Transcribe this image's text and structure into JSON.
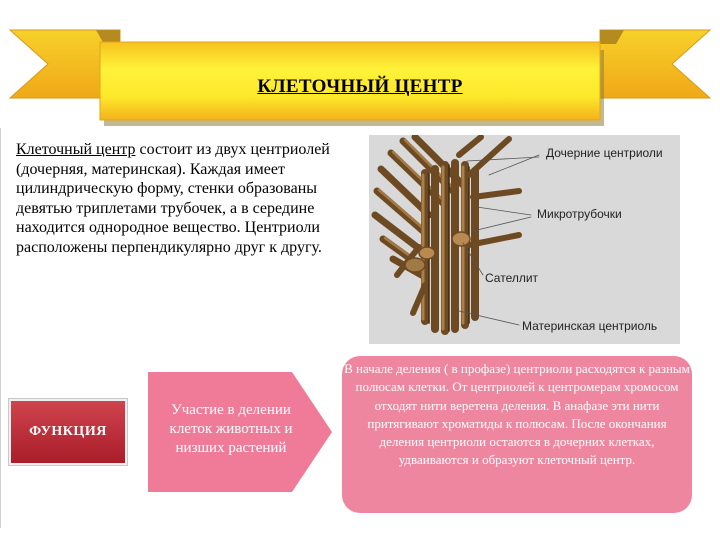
{
  "banner": {
    "title": "КЛЕТОЧНЫЙ ЦЕНТР",
    "colors": {
      "yellow": "#fde82a",
      "orange": "#f3b21c",
      "shadow": "#9b8a4a"
    }
  },
  "intro": {
    "term": "Клеточный центр",
    "text": " состоит из двух центриолей (дочерняя, материнская). Каждая имеет цилиндрическую форму, стенки образованы девятью триплетами трубочек, а в середине находится однородное вещество. Центриоли расположены перпендикулярно друг к другу."
  },
  "diagram": {
    "labels": {
      "daughter": "Дочерние центриоли",
      "microtubules": "Микротрубочки",
      "satellite": "Сателлит",
      "mother": "Материнская центриоль"
    },
    "colors": {
      "background": "#d9d9d9",
      "tube": "#7a5528",
      "tube_light": "#a07a45",
      "tube_dark": "#3e2a14"
    }
  },
  "function": {
    "label": "ФУНКЦИЯ",
    "color": "#b8252f"
  },
  "arrow": {
    "text": "Участие в делении клеток животных и низших растений",
    "color": "#f07b98"
  },
  "info": {
    "text": "В начале деления ( в профазе) центриоли расходятся к разным полюсам клетки. От центриолей к центромерам хромосом отходят нити веретена деления. В анафазе эти нити притягивают хроматиды к полюсам. После окончания деления центриоли остаются в дочерних клетках, удваиваются и образуют клеточный центр.",
    "color": "#ef86a0"
  }
}
